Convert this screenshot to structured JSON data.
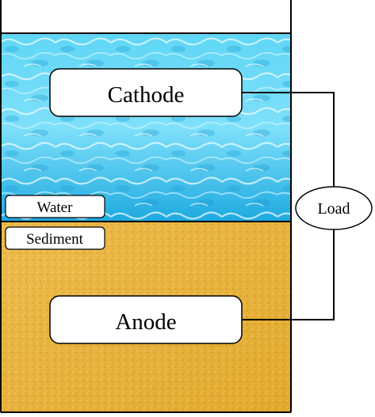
{
  "labels": {
    "cathode": "Cathode",
    "anode": "Anode",
    "water": "Water",
    "sediment": "Sediment",
    "load": "Load"
  },
  "colors": {
    "water_light": "#bdf2ff",
    "water_mid": "#5fd6f5",
    "water_deep": "#1ea9e0",
    "sediment_light": "#f3c24a",
    "sediment_mid": "#e8ac2e",
    "sediment_dark": "#d6931c",
    "outline": "#000000",
    "box_fill": "#ffffff"
  }
}
